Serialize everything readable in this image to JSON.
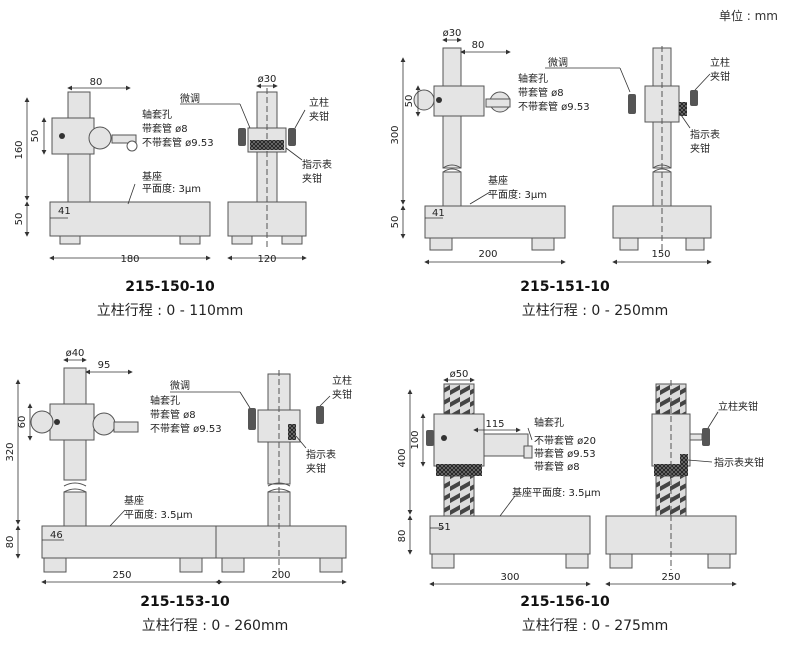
{
  "unit_label": "单位 : mm",
  "colors": {
    "body": "#e4e4e4",
    "line": "#555555",
    "dim": "#333333",
    "knob": "#333333"
  },
  "panels": [
    {
      "model": "215-150-10",
      "stroke": "立柱行程 : 0 - 110mm",
      "dims": {
        "arm": "80",
        "column_dia": "ø30",
        "height": "160",
        "holder": "50",
        "base_h": "50",
        "offset": "41",
        "base_w": "180",
        "base_d": "120"
      },
      "labels": {
        "fine": "微调",
        "column_clamp_1": "立柱",
        "column_clamp_2": "夹钳",
        "bore": "轴套孔",
        "with_sleeve": "带套管 ø8",
        "without_sleeve": "不带套管 ø9.53",
        "base": "基座",
        "flatness": "平面度: 3μm",
        "indicator_clamp_1": "指示表",
        "indicator_clamp_2": "夹钳"
      }
    },
    {
      "model": "215-151-10",
      "stroke": "立柱行程 : 0 - 250mm",
      "dims": {
        "arm": "80",
        "column_dia": "ø30",
        "height": "300",
        "holder": "50",
        "base_h": "50",
        "offset": "41",
        "base_w": "200",
        "base_d": "150"
      },
      "labels": {
        "fine": "微调",
        "column_clamp_1": "立柱",
        "column_clamp_2": "夹钳",
        "bore": "轴套孔",
        "with_sleeve": "带套管 ø8",
        "without_sleeve": "不带套管 ø9.53",
        "base": "基座",
        "flatness": "平面度: 3μm",
        "indicator_clamp_1": "指示表",
        "indicator_clamp_2": "夹钳"
      }
    },
    {
      "model": "215-153-10",
      "stroke": "立柱行程 : 0 - 260mm",
      "dims": {
        "arm": "95",
        "column_dia": "ø40",
        "height": "320",
        "holder": "60",
        "base_h": "80",
        "offset": "46",
        "base_w": "250",
        "base_d": "200"
      },
      "labels": {
        "fine": "微调",
        "column_clamp_1": "立柱",
        "column_clamp_2": "夹钳",
        "bore": "轴套孔",
        "with_sleeve": "带套管 ø8",
        "without_sleeve": "不带套管 ø9.53",
        "base": "基座",
        "flatness": "平面度: 3.5μm",
        "indicator_clamp_1": "指示表",
        "indicator_clamp_2": "夹钳"
      }
    },
    {
      "model": "215-156-10",
      "stroke": "立柱行程 : 0 - 275mm",
      "dims": {
        "arm": "115",
        "column_dia": "ø50",
        "height": "400",
        "holder": "100",
        "base_h": "80",
        "offset": "51",
        "base_w": "300",
        "base_d": "250"
      },
      "labels": {
        "bore": "轴套孔",
        "without_sleeve": "不带套管 ø20",
        "with_sleeve_a": "带套管 ø9.53",
        "with_sleeve_b": "带套管 ø8",
        "base": "基座平面度: 3.5μm",
        "column_clamp": "立柱夹钳",
        "indicator_clamp": "指示表夹钳"
      }
    }
  ]
}
